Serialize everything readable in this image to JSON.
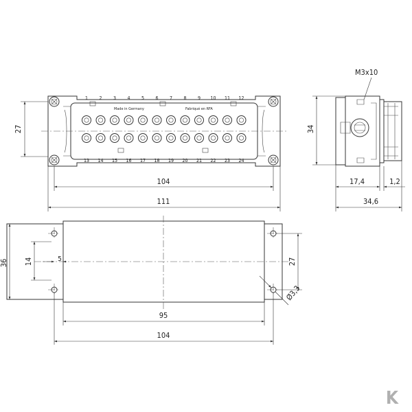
{
  "front_view": {
    "pin_numbers_top": [
      "1",
      "2",
      "3",
      "4",
      "5",
      "6",
      "7",
      "8",
      "9",
      "10",
      "11",
      "12"
    ],
    "pin_numbers_bottom": [
      "13",
      "14",
      "15",
      "16",
      "17",
      "18",
      "19",
      "20",
      "21",
      "22",
      "23",
      "24"
    ],
    "marking_left": "Made in Germany",
    "marking_right": "Fabriqué en RFA",
    "dim_height": "27",
    "dim_inner_width": "104",
    "dim_overall_width": "111"
  },
  "side_view": {
    "thread_label": "M3x10",
    "dim_height": "34",
    "dim_a": "17,4",
    "dim_b": "1,2",
    "dim_overall": "34,6"
  },
  "cutout_view": {
    "dim_height": "36",
    "dim_14": "14",
    "dim_5": "5",
    "dim_27": "27",
    "dim_95": "95",
    "dim_104": "104",
    "hole_dia": "Ø3,3"
  },
  "logo": {
    "glyph": "K",
    "color": "#b0b0b0"
  }
}
